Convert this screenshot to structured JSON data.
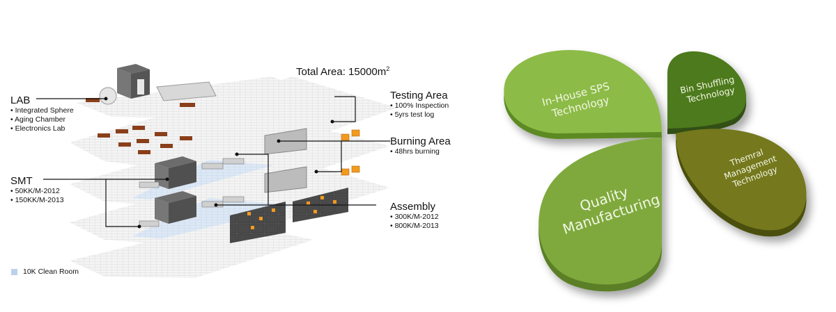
{
  "factory": {
    "total_area_label": "Total Area: 15000m",
    "total_area_sup": "2",
    "callouts": [
      {
        "id": "lab",
        "title": "LAB",
        "bullets": [
          "• Integrated Sphere",
          "• Aging Chamber",
          "• Electronics Lab"
        ]
      },
      {
        "id": "smt",
        "title": "SMT",
        "bullets": [
          "• 50KK/M-2012",
          "• 150KK/M-2013"
        ]
      },
      {
        "id": "testing",
        "title": "Testing Area",
        "bullets": [
          "• 100% Inspection",
          "• 5yrs test log"
        ]
      },
      {
        "id": "burning",
        "title": "Burning Area",
        "bullets": [
          "• 48hrs  burning"
        ]
      },
      {
        "id": "assembly",
        "title": "Assembly",
        "bullets": [
          "• 300K/M-2012",
          "• 800K/M-2013"
        ]
      }
    ],
    "legend": {
      "label": "10K Clean Room",
      "color": "#bcd1ea"
    }
  },
  "clover": {
    "petals": [
      {
        "id": "sps",
        "lines": [
          "In-House SPS",
          "Technology"
        ],
        "color": "#8dbb46"
      },
      {
        "id": "bin",
        "lines": [
          "Bin Shuffling",
          "Technology"
        ],
        "color": "#4e7a1c"
      },
      {
        "id": "quality",
        "lines": [
          "Quality",
          "Manufacturing"
        ],
        "color": "#7fa93c"
      },
      {
        "id": "thermal",
        "lines": [
          "Themral",
          "Management",
          "Technology"
        ],
        "color": "#74781e"
      }
    ]
  }
}
